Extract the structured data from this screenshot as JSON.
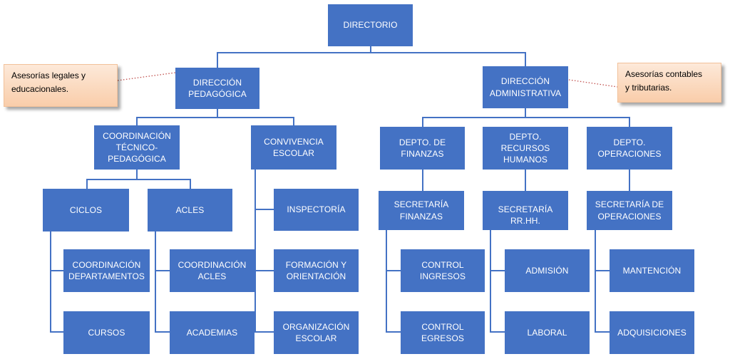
{
  "nodes": {
    "directorio": "DIRECTORIO",
    "direccion_pedagogica": "DIRECCIÓN\nPEDAGÓGICA",
    "direccion_administrativa": "DIRECCIÓN\nADMINISTRATIVA",
    "coordinacion_tecnico_pedagogica": "COORDINACIÓN\nTÉCNICO-\nPEDAGÓGICA",
    "convivencia_escolar": "CONVIVENCIA\nESCOLAR",
    "depto_finanzas": "DEPTO. DE\nFINANZAS",
    "depto_recursos_humanos": "DEPTO. RECURSOS\nHUMANOS",
    "depto_operaciones": "DEPTO.\nOPERACIONES",
    "ciclos": "CICLOS",
    "acles": "ACLES",
    "inspectoria": "INSPECTORÍA",
    "formacion_orientacion": "FORMACIÓN Y\nORIENTACIÓN",
    "organizacion_escolar": "ORGANIZACIÓN\nESCOLAR",
    "secretaria_finanzas": "SECRETARÍA\nFINANZAS",
    "secretaria_rrhh": "SECRETARÍA RR.HH.",
    "secretaria_operaciones": "SECRETARÍA DE\nOPERACIONES",
    "coordinacion_departamentos": "COORDINACIÓN\nDEPARTAMENTOS",
    "cursos": "CURSOS",
    "coordinacion_acles": "COORDINACIÓN\nACLES",
    "academias": "ACADEMIAS",
    "control_ingresos": "CONTROL\nINGRESOS",
    "control_egresos": "CONTROL EGRESOS",
    "admision": "ADMISIÓN",
    "laboral": "LABORAL",
    "mantencion": "MANTENCIÓN",
    "adquisiciones": "ADQUISICIONES"
  },
  "notes": {
    "legales": "Asesorías legales y\neducacionales.",
    "contables": "Asesorías contables\ny tributarias."
  },
  "colors": {
    "box": "#4472c4",
    "line": "#4472c4",
    "note_connector": "#c0504d"
  }
}
